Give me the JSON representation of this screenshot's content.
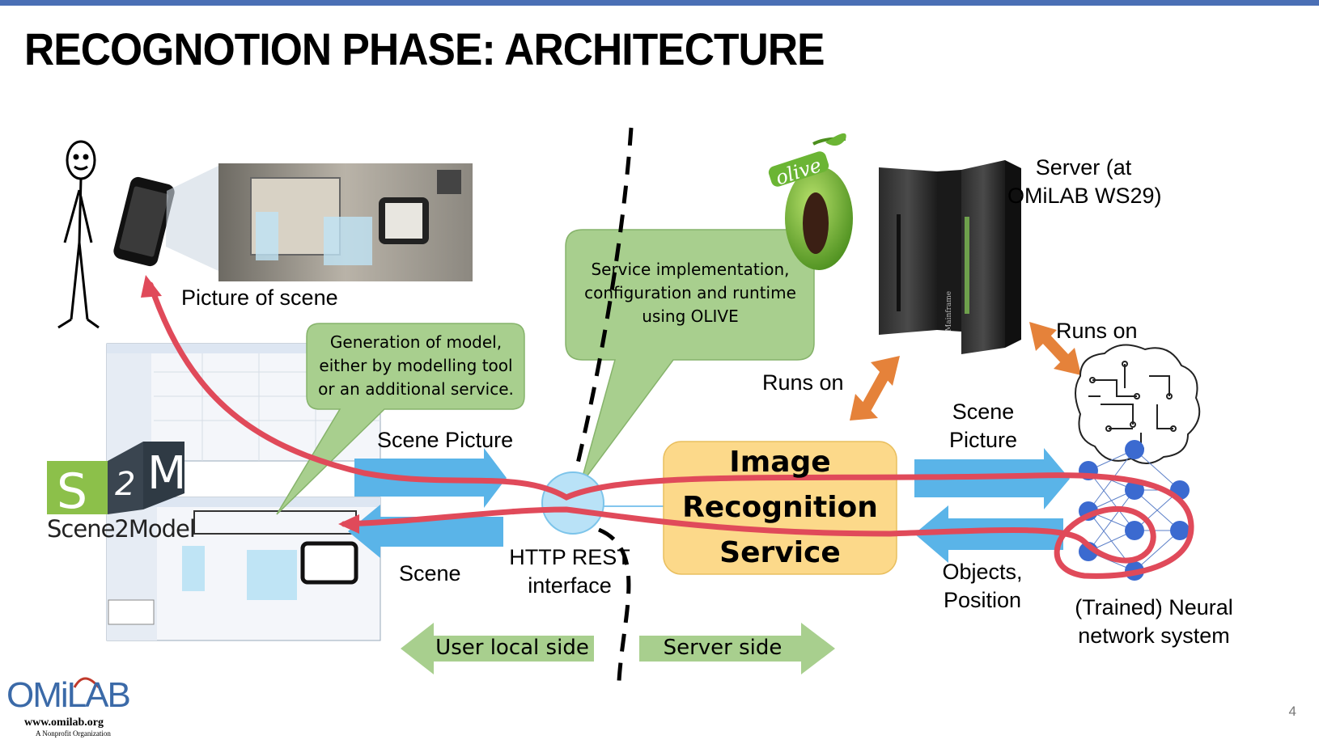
{
  "slide": {
    "title": "RECOGNOTION PHASE: ARCHITECTURE",
    "page_number": "4"
  },
  "labels": {
    "picture_of_scene": "Picture of scene",
    "scene_picture_left": "Scene Picture",
    "scene_left": "Scene",
    "http_rest": [
      "HTTP REST",
      "interface"
    ],
    "runs_on_left": "Runs on",
    "runs_on_right": "Runs on",
    "scene_picture_right": [
      "Scene",
      "Picture"
    ],
    "objects_position": [
      "Objects,",
      "Position"
    ],
    "server": [
      "Server (at",
      "OMiLAB WS29)"
    ],
    "neural_network": [
      "(Trained) Neural",
      "network system"
    ]
  },
  "callouts": {
    "generation": [
      "Generation of model,",
      "either by modelling tool",
      "or an additional service."
    ],
    "service": [
      "Service implementation,",
      "configuration and runtime",
      "using OLIVE"
    ]
  },
  "service_box": {
    "lines": [
      "Image",
      "Recognition",
      "Service"
    ]
  },
  "side_arrows": {
    "user_local": "User local side",
    "server_side": "Server side"
  },
  "logos": {
    "scene2model_letters": [
      "S",
      "2",
      "M"
    ],
    "scene2model_name": "Scene2Model",
    "olive": "olive",
    "server_brand": "Mainframe",
    "omilab": "OMiLAB",
    "omilab_url": "www.omilab.org",
    "omilab_sub": "A Nonprofit Organization"
  },
  "colors": {
    "top_bar": "#4a6fb5",
    "callout_fill": "#a8cf8e",
    "service_fill": "#fcd98a",
    "flow_arrow": "#5ab4e8",
    "red_path": "#e04a5a",
    "runs_on_arrow": "#e5823a",
    "side_arrow_fill": "#a8cf8e"
  }
}
